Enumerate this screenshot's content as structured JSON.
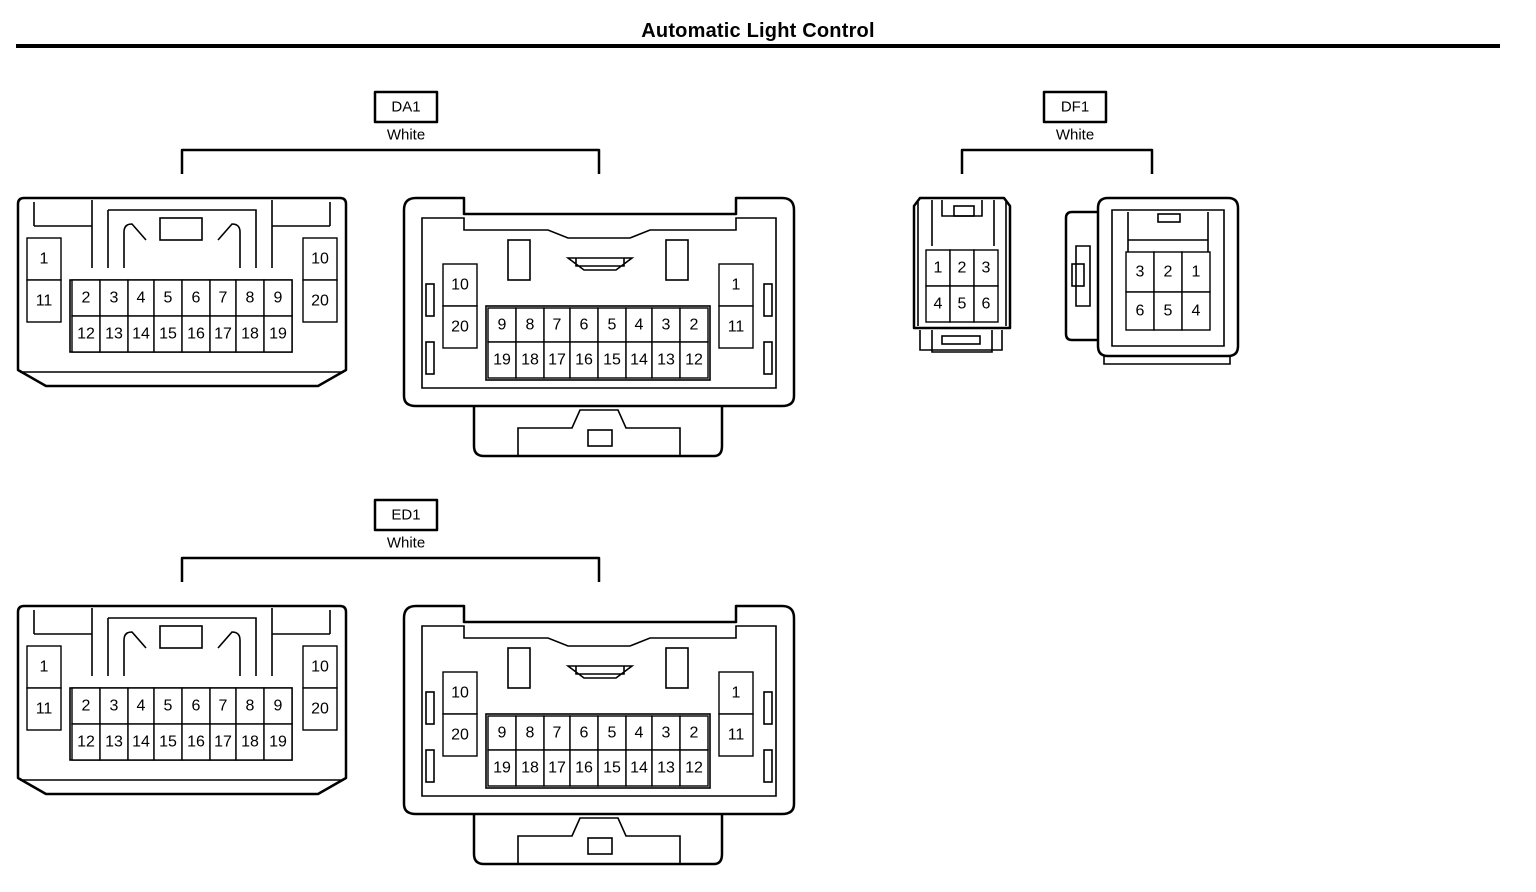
{
  "title": "Automatic Light Control",
  "connectors": {
    "da1": {
      "id": "DA1",
      "color": "White"
    },
    "df1": {
      "id": "DF1",
      "color": "White"
    },
    "ed1": {
      "id": "ED1",
      "color": "White"
    }
  },
  "pins20_left": {
    "side_left": [
      "1",
      "11"
    ],
    "side_right": [
      "10",
      "20"
    ],
    "top_row": [
      "2",
      "3",
      "4",
      "5",
      "6",
      "7",
      "8",
      "9"
    ],
    "bottom_row": [
      "12",
      "13",
      "14",
      "15",
      "16",
      "17",
      "18",
      "19"
    ]
  },
  "pins20_right": {
    "side_left": [
      "10",
      "20"
    ],
    "side_right": [
      "1",
      "11"
    ],
    "top_row": [
      "9",
      "8",
      "7",
      "6",
      "5",
      "4",
      "3",
      "2"
    ],
    "bottom_row": [
      "19",
      "18",
      "17",
      "16",
      "15",
      "14",
      "13",
      "12"
    ]
  },
  "pins6_left": {
    "top_row": [
      "1",
      "2",
      "3"
    ],
    "bottom_row": [
      "4",
      "5",
      "6"
    ]
  },
  "pins6_right": {
    "top_row": [
      "3",
      "2",
      "1"
    ],
    "bottom_row": [
      "6",
      "5",
      "4"
    ]
  }
}
